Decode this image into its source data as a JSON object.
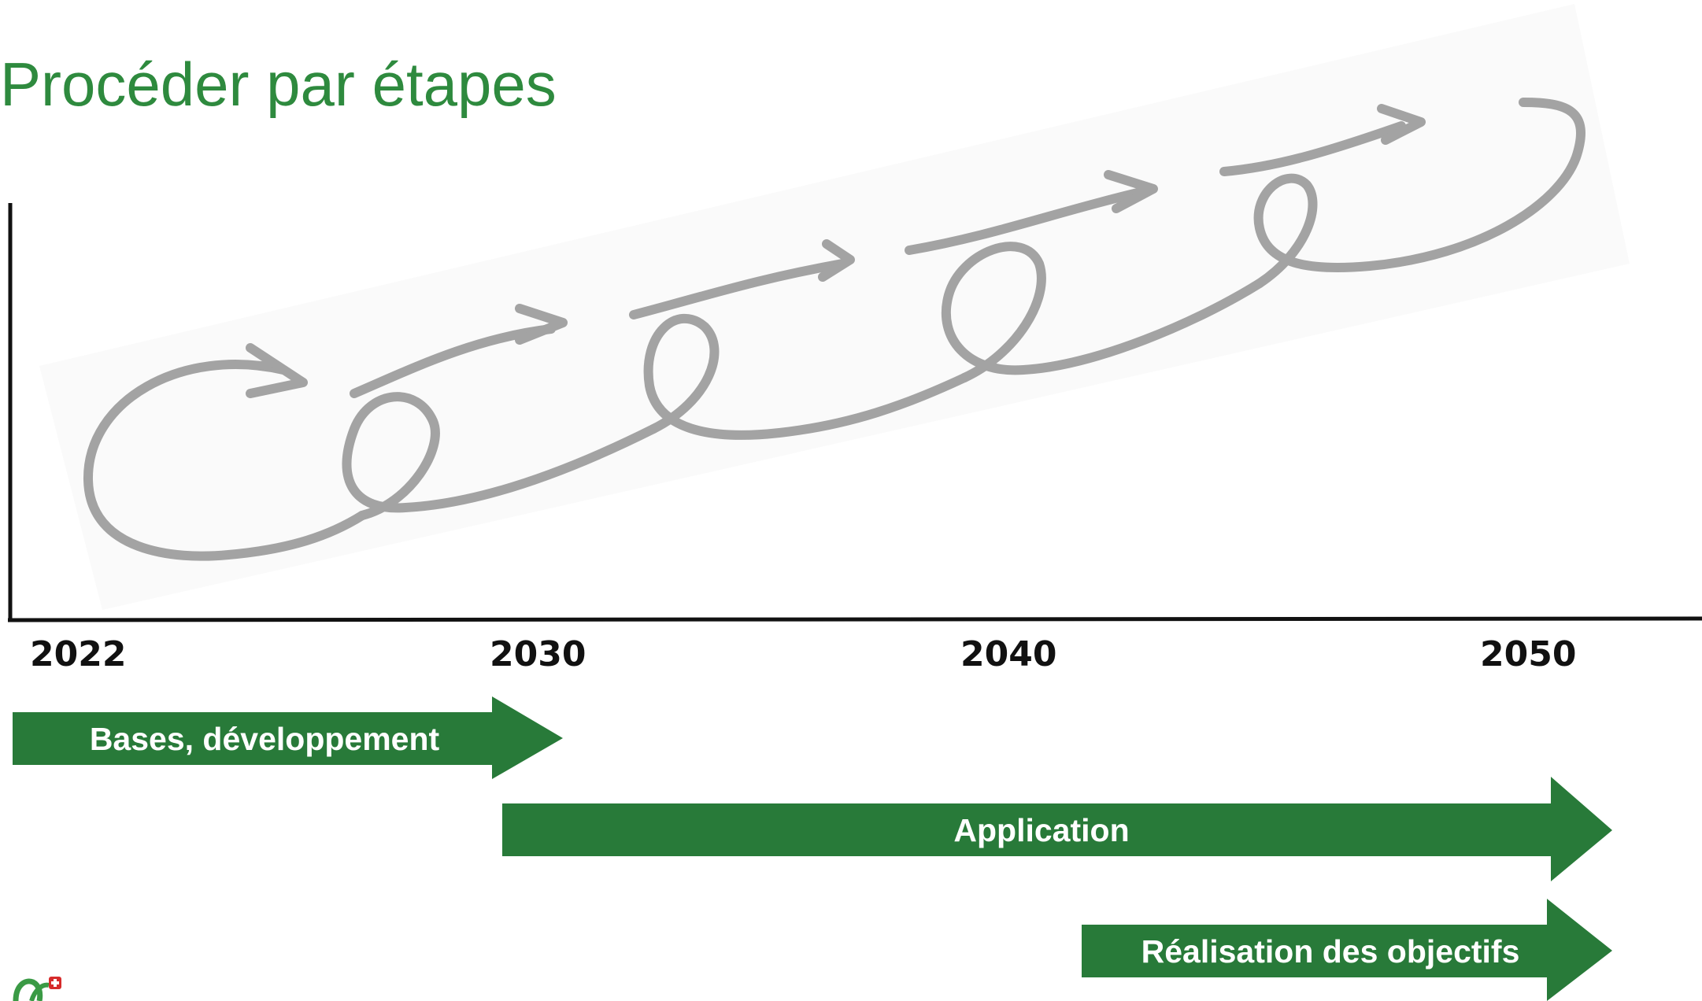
{
  "title": "Procéder par étapes",
  "years": [
    "2022",
    "2030",
    "2040",
    "2050"
  ],
  "phases": [
    {
      "label": "Bases, développement",
      "start": "2022",
      "end": "2030"
    },
    {
      "label": "Application",
      "start": "2030",
      "end": "2050"
    },
    {
      "label": "Réalisation des objectifs",
      "start": "2040",
      "end": "2050"
    }
  ],
  "colors": {
    "title": "#2e8a3e",
    "arrow_fill": "#287a39",
    "loop_stroke": "#a3a3a3",
    "axis": "#111111"
  }
}
